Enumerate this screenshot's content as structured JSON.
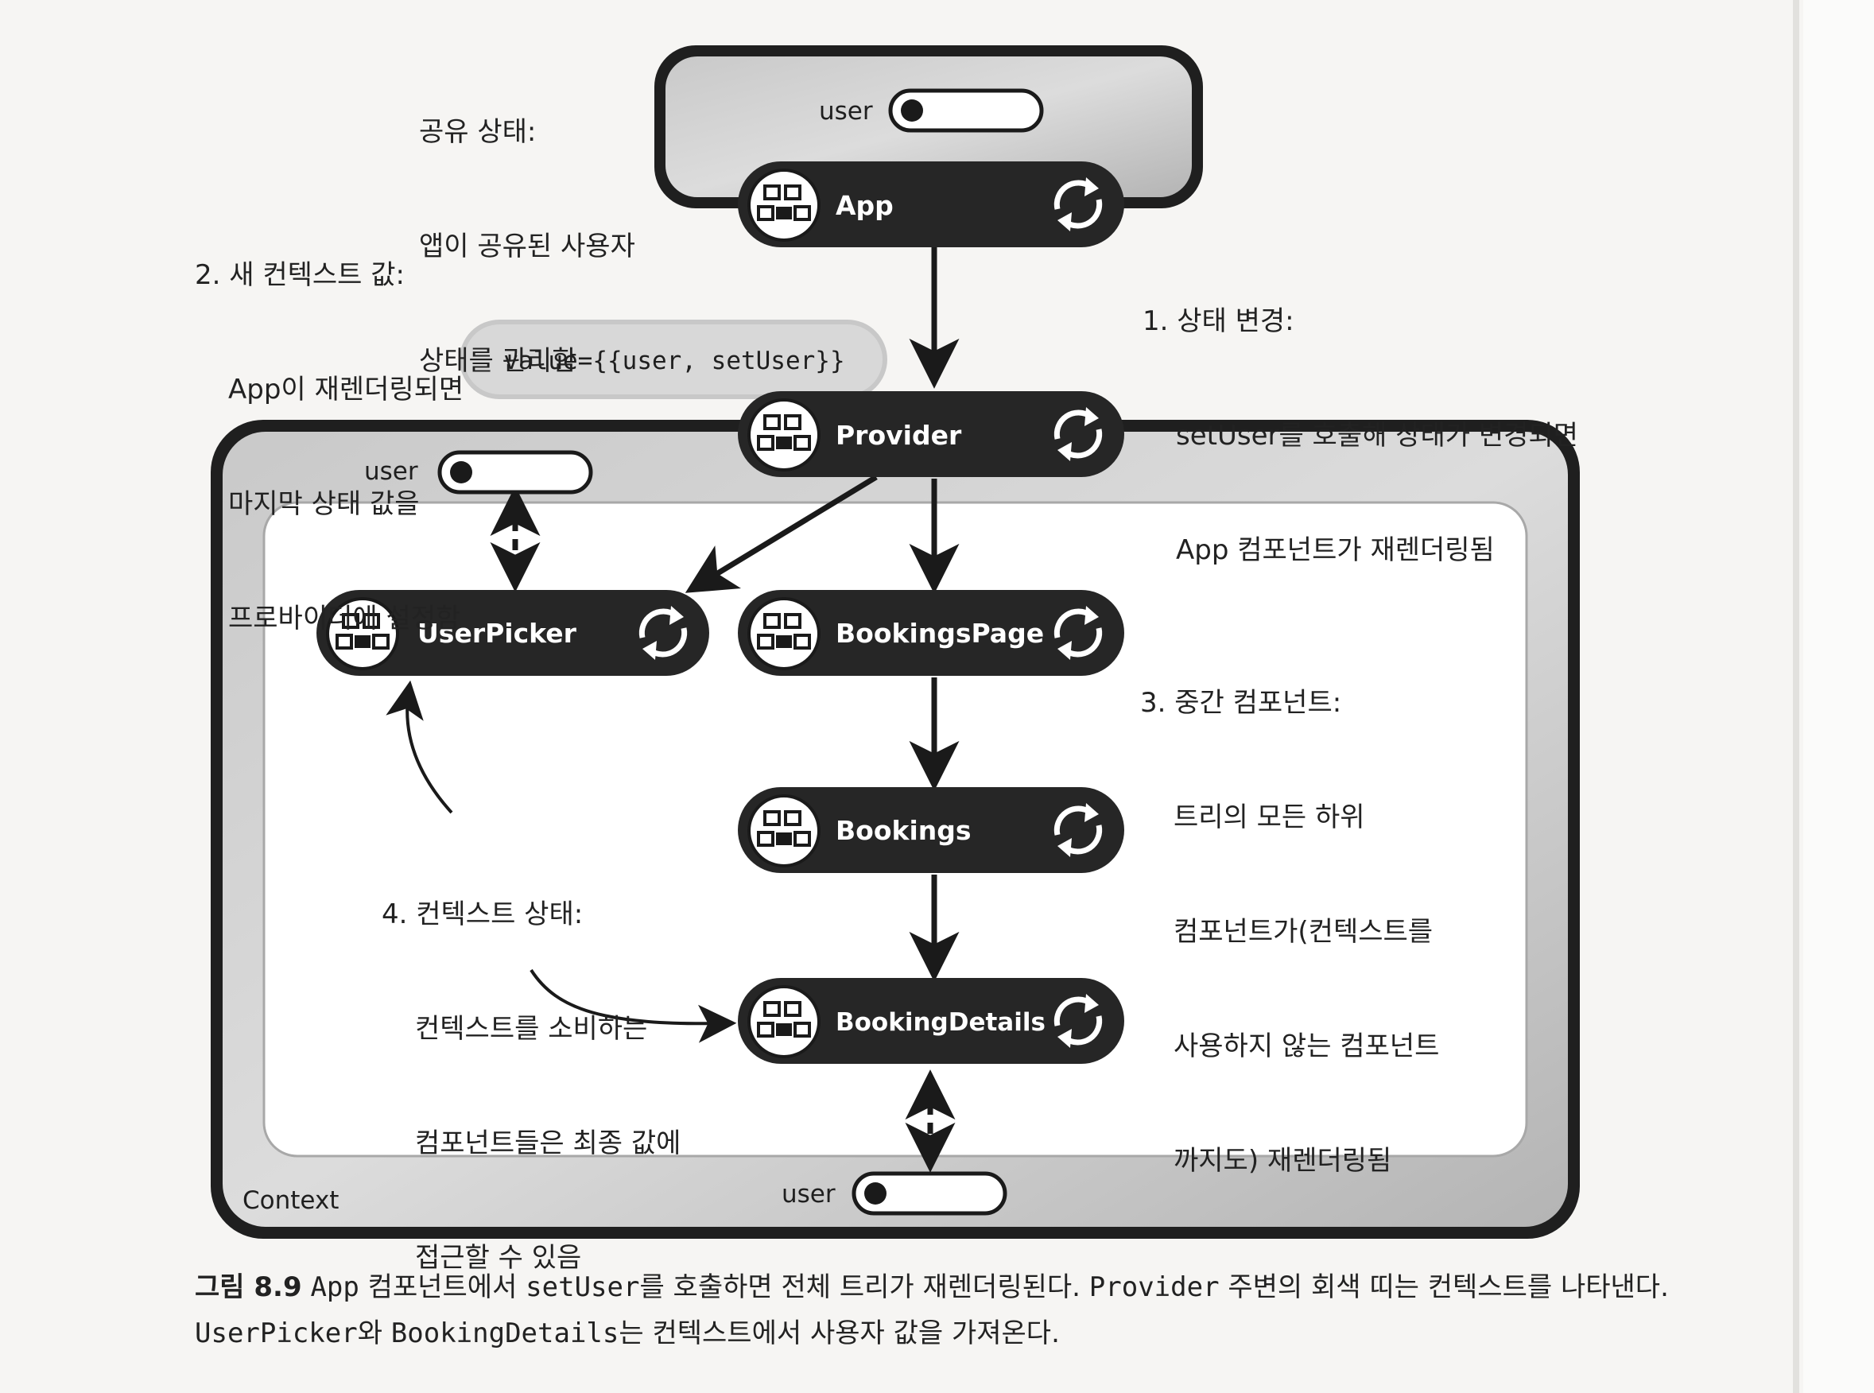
{
  "annotations": {
    "shared_state": {
      "heading": "공유 상태:",
      "lines": [
        "앱이 공유된 사용자",
        "상태를 관리함"
      ]
    },
    "new_context_value": {
      "heading": "2. 새 컨텍스트 값:",
      "lines": [
        "App이 재렌더링되면",
        "마지막 상태 값을",
        "프로바이더에 설정함"
      ]
    },
    "state_change": {
      "heading": "1. 상태 변경:",
      "lines": [
        "setUser를 호출해 상태가 변경되면",
        "App 컴포넌트가 재렌더링됨"
      ]
    },
    "intermediate": {
      "heading": "3. 중간 컴포넌트:",
      "lines": [
        "트리의 모든 하위",
        "컴포넌트가(컨텍스트를",
        "사용하지 않는 컴포넌트",
        "까지도) 재렌더링됨"
      ]
    },
    "context_state": {
      "heading": "4. 컨텍스트 상태:",
      "lines": [
        "컨텍스트를 소비하는",
        "컴포넌트들은 최종 값에",
        "접근할 수 있음"
      ]
    }
  },
  "value_prop": "value={{user, setUser}}",
  "components": {
    "app": "App",
    "provider": "Provider",
    "user_picker": "UserPicker",
    "bookings_page": "BookingsPage",
    "bookings": "Bookings",
    "booking_details": "BookingDetails"
  },
  "state_label": "user",
  "context_label": "Context",
  "caption": {
    "fig": "그림 8.9",
    "parts": [
      {
        "t": " ",
        "mono": false
      },
      {
        "t": "App",
        "mono": true
      },
      {
        "t": " 컴포넌트에서 ",
        "mono": false
      },
      {
        "t": "setUser",
        "mono": true
      },
      {
        "t": "를 호출하면 전체 트리가 재렌더링된다. ",
        "mono": false
      },
      {
        "t": "Provider",
        "mono": true
      },
      {
        "t": " 주변의 회색 띠는 컨텍스트를 나타낸다. ",
        "mono": false
      },
      {
        "t": "UserPicker",
        "mono": true
      },
      {
        "t": "와 ",
        "mono": false
      },
      {
        "t": "BookingDetails",
        "mono": true
      },
      {
        "t": "는 컨텍스트에서 사용자 값을 가져온다.",
        "mono": false
      }
    ]
  },
  "colors": {
    "node_fill": "#262626",
    "band_fill": "#b9b9b9",
    "band_light": "#d6d6d6",
    "inner_fill": "#ffffff",
    "line": "#1a1a1a"
  }
}
